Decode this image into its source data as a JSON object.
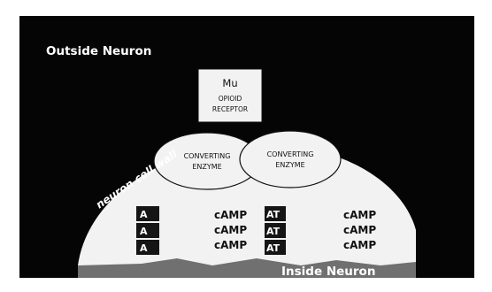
{
  "labels": {
    "outside": "Outside Neuron",
    "inside": "Inside Neuron",
    "cell_wall": "neuron cell wall"
  },
  "receptor": {
    "line1": "Mu",
    "line2": "OPIOID",
    "line3": "RECEPTOR"
  },
  "enzymes": [
    {
      "line1": "CONVERTING",
      "line2": "ENZYME"
    },
    {
      "line1": "CONVERTING",
      "line2": "ENZYME"
    }
  ],
  "camp_groups": [
    {
      "atp": [
        "A",
        "A",
        "A"
      ],
      "camp": [
        "cAMP",
        "cAMP",
        "cAMP"
      ]
    },
    {
      "atp": [
        "AT",
        "AT",
        "AT"
      ],
      "camp": [
        "cAMP",
        "cAMP",
        "cAMP"
      ]
    }
  ],
  "colors": {
    "background": "#050505",
    "frame": "#ffffff",
    "cell": "#f2f2f2",
    "text_dark": "#111111",
    "text_light": "#ffffff"
  }
}
